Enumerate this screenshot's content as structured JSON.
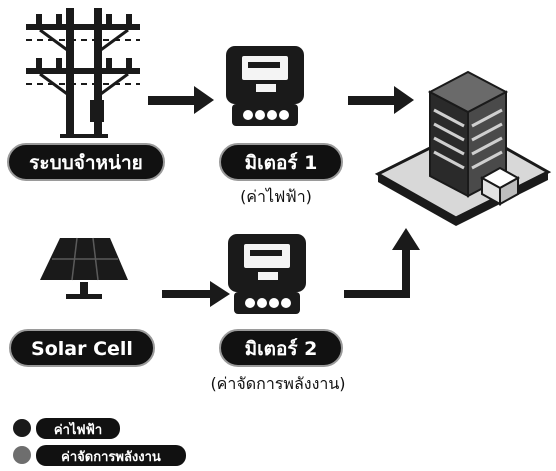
{
  "sources": {
    "grid": {
      "label": "ระบบจำหน่าย",
      "icon": "power-pole-icon"
    },
    "solar": {
      "label": "Solar Cell",
      "icon": "solar-panel-icon"
    }
  },
  "meters": [
    {
      "label": "มิเตอร์ 1",
      "caption": "(ค่าไฟฟ้า)",
      "icon": "electric-meter-icon"
    },
    {
      "label": "มิเตอร์ 2",
      "caption": "(ค่าจัดการพลังงาน)",
      "icon": "electric-meter-icon"
    }
  ],
  "destination": {
    "icon": "building-icon"
  },
  "legend": [
    {
      "label": "ค่าไฟฟ้า"
    },
    {
      "label": "ค่าจัดการพลังงาน"
    }
  ],
  "colors": {
    "ink": "#1a1a1a",
    "pill": "#111111",
    "paper": "#ffffff"
  }
}
